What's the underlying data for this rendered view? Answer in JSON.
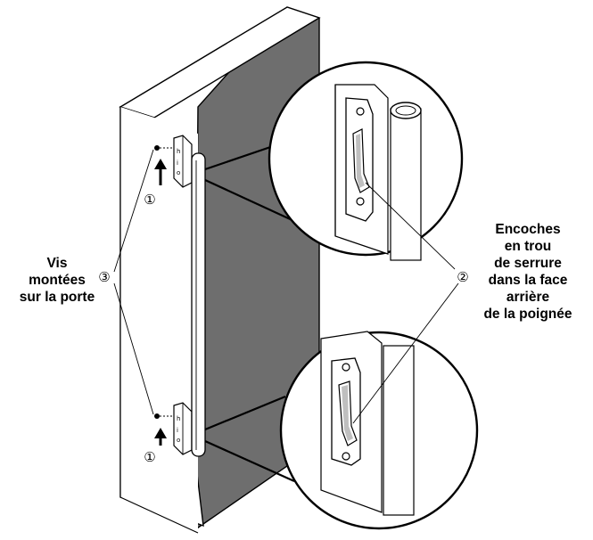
{
  "labels": {
    "screws": [
      "Vis",
      "montées",
      "sur la porte"
    ],
    "notches": [
      "Encoches",
      "en trou",
      "de serrure",
      "dans la face",
      "arrière",
      "de la poignée"
    ]
  },
  "callouts": {
    "step_up": "①",
    "notch": "②",
    "screw": "③"
  }
}
